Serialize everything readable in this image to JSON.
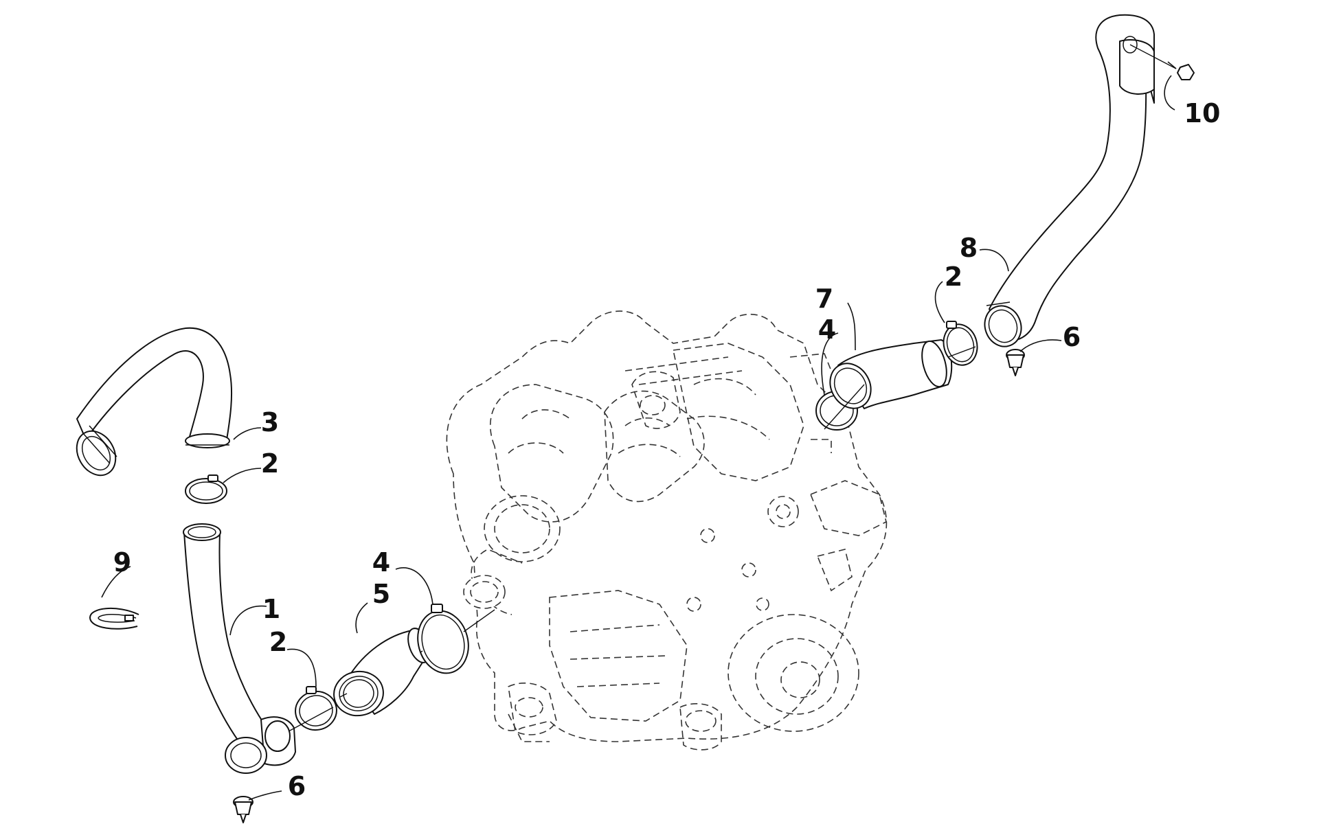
{
  "diagram": {
    "callouts": [
      {
        "id": "c1",
        "label": "1"
      },
      {
        "id": "c2a",
        "label": "2"
      },
      {
        "id": "c2b",
        "label": "2"
      },
      {
        "id": "c2c",
        "label": "2"
      },
      {
        "id": "c3",
        "label": "3"
      },
      {
        "id": "c4a",
        "label": "4"
      },
      {
        "id": "c4b",
        "label": "4"
      },
      {
        "id": "c5",
        "label": "5"
      },
      {
        "id": "c6a",
        "label": "6"
      },
      {
        "id": "c6b",
        "label": "6"
      },
      {
        "id": "c7",
        "label": "7"
      },
      {
        "id": "c8",
        "label": "8"
      },
      {
        "id": "c9",
        "label": "9"
      },
      {
        "id": "c10",
        "label": "10"
      }
    ]
  }
}
